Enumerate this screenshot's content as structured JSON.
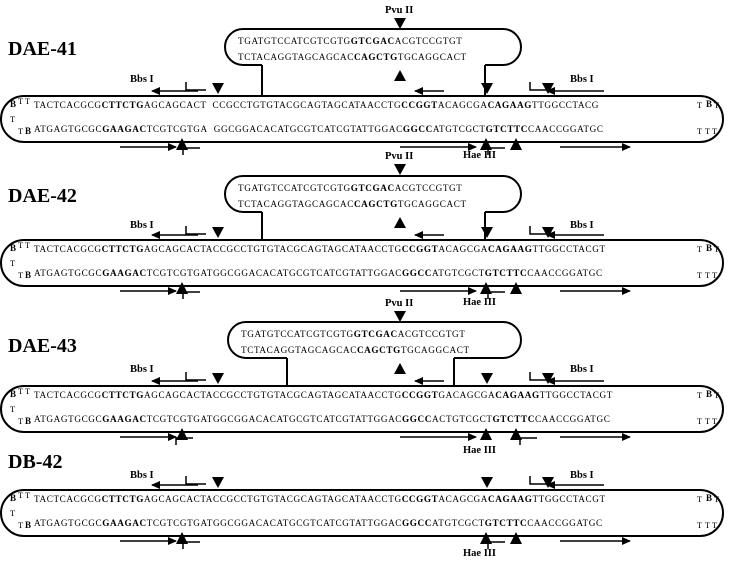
{
  "panels": [
    {
      "title": "DAE-41",
      "hairpin": {
        "top": [
          "T",
          "T",
          "GATGTCCATCGTCGTG",
          "GTCGAC",
          "ACGTCCGTG",
          "T",
          "T"
        ],
        "bottom": [
          "T",
          "T",
          "CTACAGGTAGCAGCAC",
          "CAGCTG",
          "TGCAGGCACT",
          "T"
        ]
      },
      "upper_strand": [
        "T",
        "ACTCACGCG",
        "CTTCTG",
        "AGCAGCACT",
        "CCGCCTGTGTACGCAGTAGC",
        "A",
        "TAACCTG",
        "CCGGT",
        "ACAGCGA",
        "CAGAAG",
        "TTGGCCTACG",
        "T"
      ],
      "lower_strand": [
        "ATGAGTGCGC",
        "GAAGAC",
        "TCGTCGTGA",
        "GGCGGACACATGCGTCATCGTATTGGAC",
        "GGCC",
        "ATGTCGCT",
        "GTCTTC",
        "CAACCGGATGC"
      ],
      "enzymes": {
        "top": "Pvu II",
        "left": "Bbs I",
        "right": "Bbs I",
        "bottom": "Hae III"
      },
      "caps": {
        "left_upper": [
          "B",
          "T",
          "T",
          "T"
        ],
        "left_lower": [
          "T",
          "T",
          "B"
        ],
        "right_upper": [
          "T",
          "B",
          "T"
        ],
        "right_lower": [
          "T",
          "T",
          "T"
        ]
      }
    },
    {
      "title": "DAE-42",
      "hairpin": {
        "top": [
          "T",
          "T",
          "GATGTCCATCGTCGTG",
          "GTCGAC",
          "ACGTCCGTG",
          "T",
          "T"
        ],
        "bottom": [
          "T",
          "T",
          "CTACAGGTAGCAGCAC",
          "CAGCTG",
          "TGCAGGCACT",
          "T"
        ]
      },
      "upper_strand": [
        "T",
        "ACTCACGCG",
        "CTTCTG",
        "AGCAGCACTACCGCCTGTGTACGCAGTAGC",
        "A",
        "TAACCTG",
        "CCGGT",
        "ACAGCGA",
        "CAGAAG",
        "TTGGCCTACG",
        "T"
      ],
      "lower_strand": [
        "ATGAGTGCGC",
        "GAAGAC",
        "TCGTCGTGATGGCGGACACATGCGTCATCGTATTGGAC",
        "GGCC",
        "ATGTCGCT",
        "GTCTTC",
        "CAACCGGATGC"
      ],
      "enzymes": {
        "top": "Pvu II",
        "left": "Bbs I",
        "right": "Bbs I",
        "bottom": "Hae III"
      },
      "caps": {
        "left_upper": [
          "B",
          "T",
          "T",
          "T"
        ],
        "left_lower": [
          "T",
          "T",
          "B"
        ],
        "right_upper": [
          "T",
          "B",
          "T"
        ],
        "right_lower": [
          "T",
          "T",
          "T"
        ]
      }
    },
    {
      "title": "DAE-43",
      "hairpin": {
        "top": [
          "T",
          "T",
          "GATGTCCATCGTCGTG",
          "GTCGAC",
          "ACGTCCGTG",
          "T",
          "T"
        ],
        "bottom": [
          "T",
          "T",
          "CTACAGGTAGCAGCAC",
          "CAGCTG",
          "TGCAGGCACT",
          "T"
        ]
      },
      "upper_strand": [
        "T",
        "ACTCACGCG",
        "CTTCTG",
        "AGCAGCACTACCGCCTGTGTACGCAGTAGC",
        "A",
        "TAACCTG",
        "CCGGT",
        "GACAGCGA",
        "CAGAAG",
        "TTGGCCTACG",
        "T"
      ],
      "lower_strand": [
        "ATGAGTGCGC",
        "GAAGAC",
        "TCGTCGTGATGGCGGACACATGCGTCATCGTATTGGAC",
        "GGCC",
        "ACTGTCGCT",
        "GTCTTC",
        "CAACCGGATGC"
      ],
      "enzymes": {
        "top": "Pvu II",
        "left": "Bbs I",
        "right": "Bbs I",
        "bottom": "Hae III"
      },
      "caps": {
        "left_upper": [
          "B",
          "T",
          "T",
          "T"
        ],
        "left_lower": [
          "T",
          "T",
          "B"
        ],
        "right_upper": [
          "T",
          "B",
          "T"
        ],
        "right_lower": [
          "T",
          "T",
          "T"
        ]
      }
    },
    {
      "title": "DB-42",
      "upper_strand": [
        "T",
        "ACTCACGCG",
        "CTTCTG",
        "AGCAGCACTACCGCCTGTGTACGCAGTAGCATAACCTG",
        "CCGGT",
        "ACAGCGA",
        "CAGAAG",
        "TTGGCCTACG",
        "T"
      ],
      "lower_strand": [
        "ATGAGTGCGC",
        "GAAGAC",
        "TCGTCGTGATGGCGGACACATGCGTCATCGTATTGGAC",
        "GGCC",
        "ATGTCGCT",
        "GTCTTC",
        "CAACCGGATGC"
      ],
      "enzymes": {
        "left": "Bbs I",
        "right": "Bbs I",
        "bottom": "Hae III"
      },
      "caps": {
        "left_upper": [
          "B",
          "T",
          "T",
          "T"
        ],
        "left_lower": [
          "T",
          "T",
          "B"
        ],
        "right_upper": [
          "T",
          "B",
          "T"
        ],
        "right_lower": [
          "T",
          "T",
          "T"
        ]
      }
    }
  ]
}
